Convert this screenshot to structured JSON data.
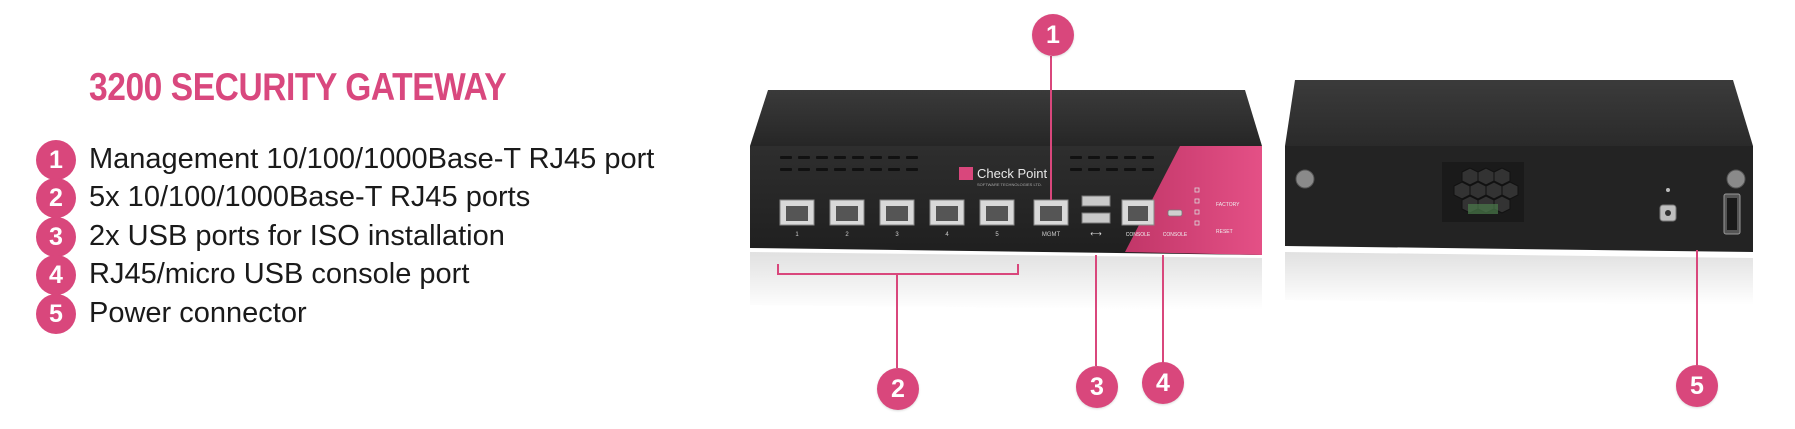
{
  "title": "3200 SECURITY GATEWAY",
  "features": [
    {
      "number": "1",
      "text": "Management 10/100/1000Base-T RJ45 port"
    },
    {
      "number": "2",
      "text": "5x 10/100/1000Base-T RJ45 ports"
    },
    {
      "number": "3",
      "text": "2x USB ports for ISO installation"
    },
    {
      "number": "4",
      "text": "RJ45/micro USB console port"
    },
    {
      "number": "5",
      "text": "Power connector"
    }
  ],
  "device": {
    "brand": "Check Point",
    "brand_sub": "SOFTWARE TECHNOLOGIES LTD.",
    "port_numbers": [
      "1",
      "2",
      "3",
      "4",
      "5"
    ],
    "mgmt_label": "MGMT",
    "console_label": "CONSOLE",
    "micro_console_label": "CONSOLE",
    "factory_label": "FACTORY",
    "reset_label": "RESET"
  },
  "callouts": [
    "1",
    "2",
    "3",
    "4",
    "5"
  ],
  "colors": {
    "accent": "#d9477c",
    "title": "#d9487e",
    "chassis": "#2b2b2b"
  }
}
